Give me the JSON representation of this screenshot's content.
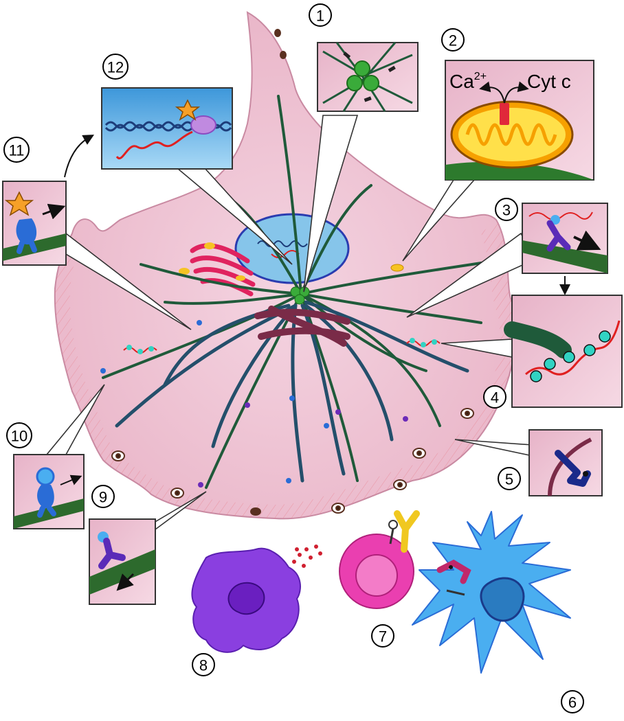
{
  "figure": {
    "callouts": [
      {
        "id": "1",
        "label": "1"
      },
      {
        "id": "2",
        "label": "2"
      },
      {
        "id": "3",
        "label": "3"
      },
      {
        "id": "4",
        "label": "4"
      },
      {
        "id": "5",
        "label": "5"
      },
      {
        "id": "6",
        "label": "6"
      },
      {
        "id": "7",
        "label": "7"
      },
      {
        "id": "8",
        "label": "8"
      },
      {
        "id": "9",
        "label": "9"
      },
      {
        "id": "10",
        "label": "10"
      },
      {
        "id": "11",
        "label": "11"
      },
      {
        "id": "12",
        "label": "12"
      }
    ],
    "panel2": {
      "ca_base": "Ca",
      "ca_sup": "2+",
      "cyt": "Cyt c"
    }
  },
  "colors": {
    "cytoplasm": "#efc3d3",
    "cortex": "#f1a1b0",
    "nucleus": "#86c5ea",
    "microtubule": "#1f5a3a",
    "intermediate_filament": "#244f6b",
    "centrosome": "#3aab3a",
    "golgi": "#e0235f",
    "mitochondria": "#f6c323",
    "nk_cell": "#ea3fb0",
    "macrophage": "#8a3fe0",
    "dendritic_cell": "#4aaef0"
  }
}
